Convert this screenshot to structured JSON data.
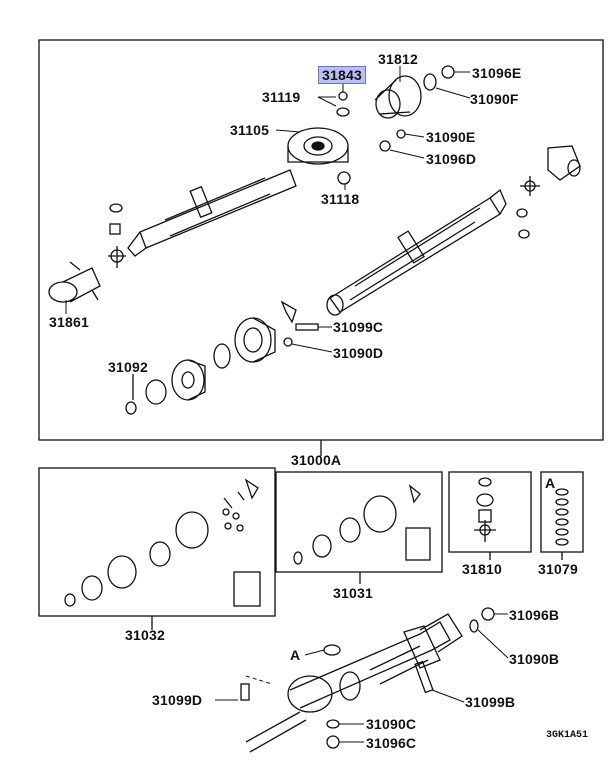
{
  "diagram": {
    "highlight_color": "#b9bff0",
    "labels": {
      "p31843": "31843",
      "p31812": "31812",
      "p31096E": "31096E",
      "p31119": "31119",
      "p31090F": "31090F",
      "p31105": "31105",
      "p31090E": "31090E",
      "p31096D": "31096D",
      "p31118": "31118",
      "p31861": "31861",
      "p31099C": "31099C",
      "p31090D": "31090D",
      "p31092": "31092",
      "p31000A": "31000A",
      "p31810": "31810",
      "p31079": "31079",
      "p31031": "31031",
      "p31032": "31032",
      "p31096B": "31096B",
      "p31090B": "31090B",
      "pA1": "A",
      "pA2": "A",
      "p31099D": "31099D",
      "p31099B": "31099B",
      "p31090C": "31090C",
      "p31096C": "31096C"
    },
    "figure_code": "3GK1A51"
  }
}
